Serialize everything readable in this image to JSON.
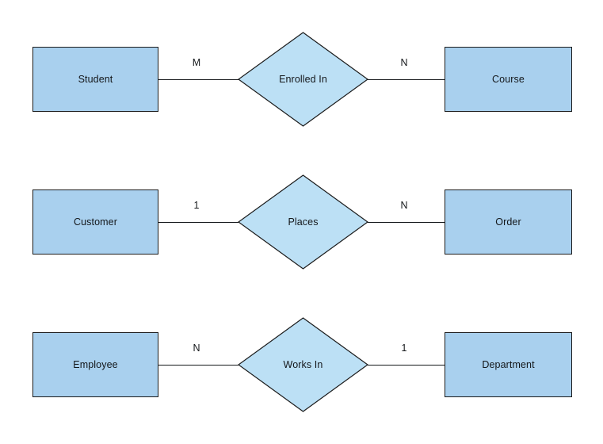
{
  "diagram": {
    "type": "entity-relationship-diagram",
    "background_color": "#FFFFFF",
    "entity_fill_color": "#A9D0EE",
    "relationship_fill_color": "#BCE0F5",
    "stroke_color": "#1B1B1B",
    "text_color": "#14171A",
    "rows": [
      {
        "left_entity": "Student",
        "left_cardinality": "M",
        "relationship": "Enrolled In",
        "right_cardinality": "N",
        "right_entity": "Course"
      },
      {
        "left_entity": "Customer",
        "left_cardinality": "1",
        "relationship": "Places",
        "right_cardinality": "N",
        "right_entity": "Order"
      },
      {
        "left_entity": "Employee",
        "left_cardinality": "N",
        "relationship": "Works In",
        "right_cardinality": "1",
        "right_entity": "Department"
      }
    ]
  }
}
